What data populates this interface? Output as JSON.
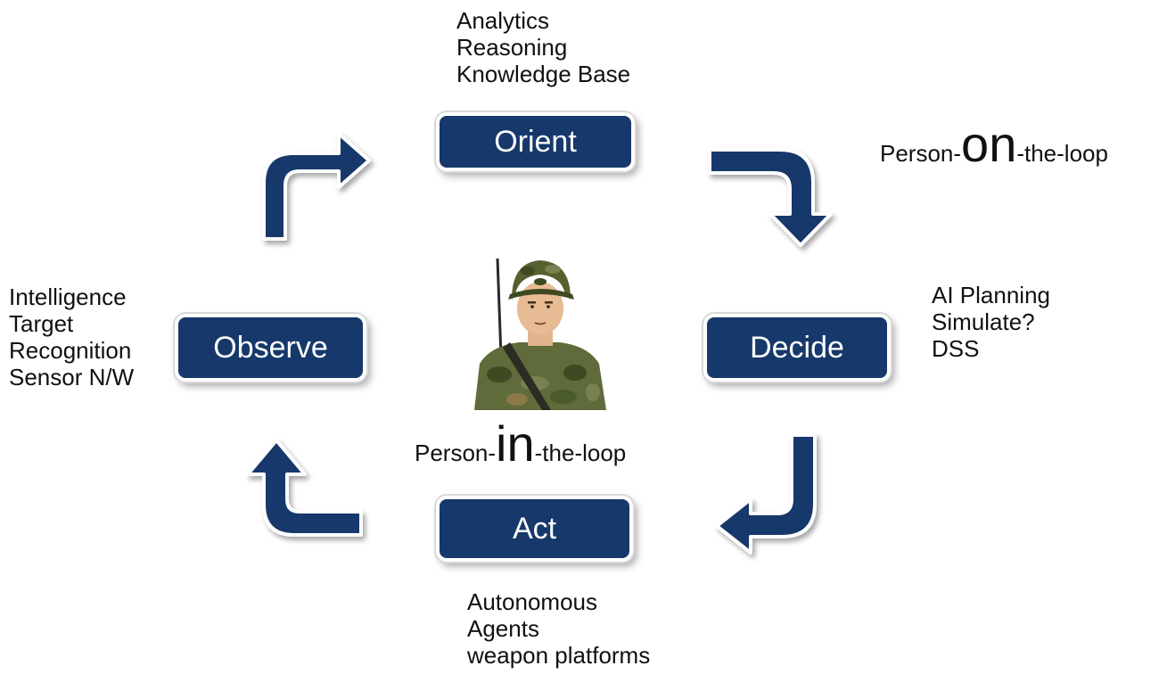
{
  "colors": {
    "stage_fill": "#16386a",
    "arrow_fill": "#16386a"
  },
  "stages": {
    "orient": "Orient",
    "decide": "Decide",
    "act": "Act",
    "observe": "Observe"
  },
  "orient_notes": [
    "Analytics",
    "Reasoning",
    "Knowledge Base"
  ],
  "decide_notes": [
    "AI Planning",
    "Simulate?",
    "DSS"
  ],
  "act_notes": [
    "Autonomous",
    "Agents",
    "weapon platforms"
  ],
  "observe_notes": [
    "Intelligence",
    "Target",
    "Recognition",
    "Sensor N/W"
  ],
  "person_on": {
    "prefix": "Person-",
    "emphasis": "on",
    "suffix": "-the-loop"
  },
  "person_in": {
    "prefix": "Person-",
    "emphasis": "in",
    "suffix": "-the-loop"
  },
  "icons": {
    "center": "soldier-icon"
  }
}
